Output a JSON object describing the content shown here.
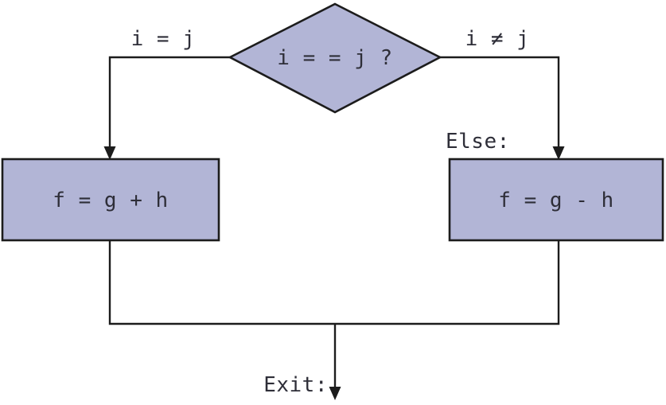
{
  "colors": {
    "background": "#ffffff",
    "node_fill": "#b2b5d6",
    "outline": "#1c1c1c",
    "text": "#2e2e38"
  },
  "decision": {
    "label": "i = = j ?"
  },
  "branches": {
    "left": {
      "label": "i = j"
    },
    "right": {
      "label": "i ≠ j"
    }
  },
  "boxes": {
    "left": {
      "label": "f = g + h"
    },
    "right": {
      "label": "f = g - h"
    }
  },
  "labels": {
    "else": "Else:",
    "exit": "Exit:"
  }
}
